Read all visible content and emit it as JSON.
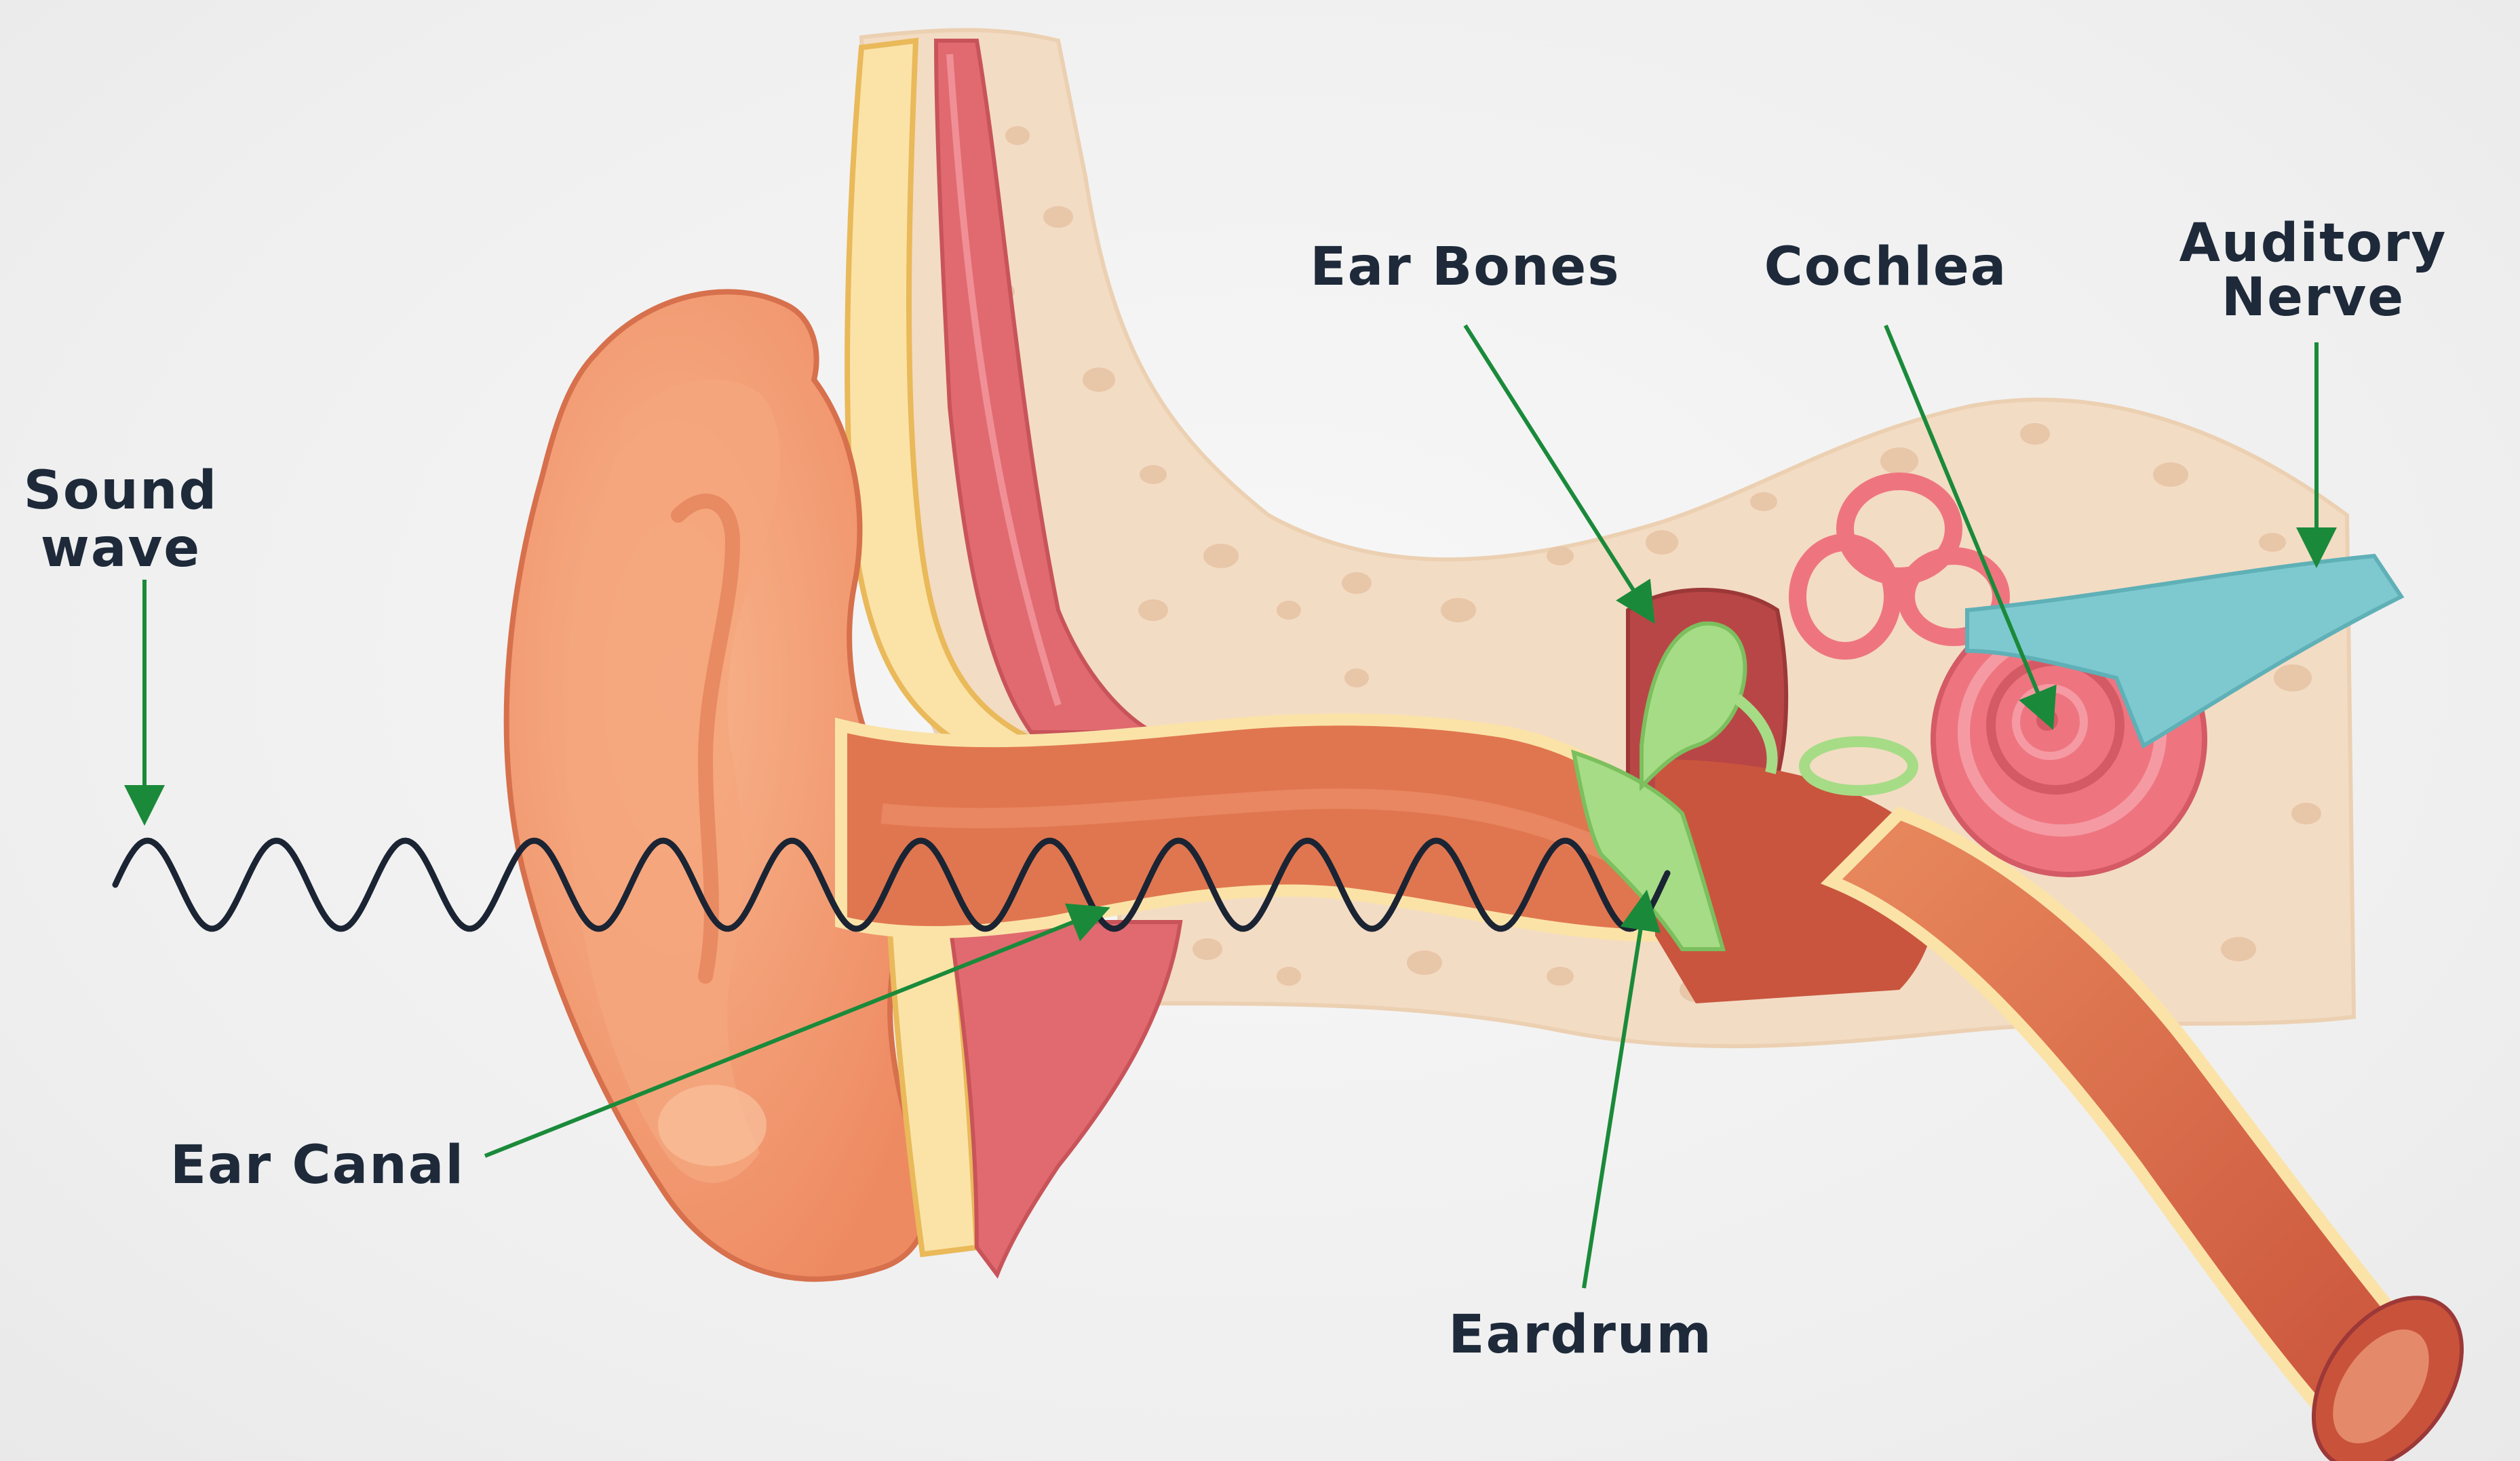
{
  "labels": {
    "sound_wave": [
      "Sound",
      "wave"
    ],
    "ear_bones": "Ear Bones",
    "cochlea": "Cochlea",
    "auditory_nerve": [
      "Auditory",
      "Nerve"
    ],
    "ear_canal": "Ear Canal",
    "eardrum": "Eardrum"
  },
  "colors": {
    "background": "#f1f1f1",
    "text": "#1e2a3a",
    "pointer_arrow": "#1a8a3a",
    "bone": "#f3dcc4",
    "bone_pores": "#e8c6a8",
    "skin": "#f0936a",
    "canal": "#e0764f",
    "muscle": "#e06a70",
    "ossicles": "#a6dc86",
    "cochlea": "#ee7580",
    "nerve": "#7ec9cf",
    "cartilage": "#fbe3a8",
    "wave": "#1b2433"
  }
}
